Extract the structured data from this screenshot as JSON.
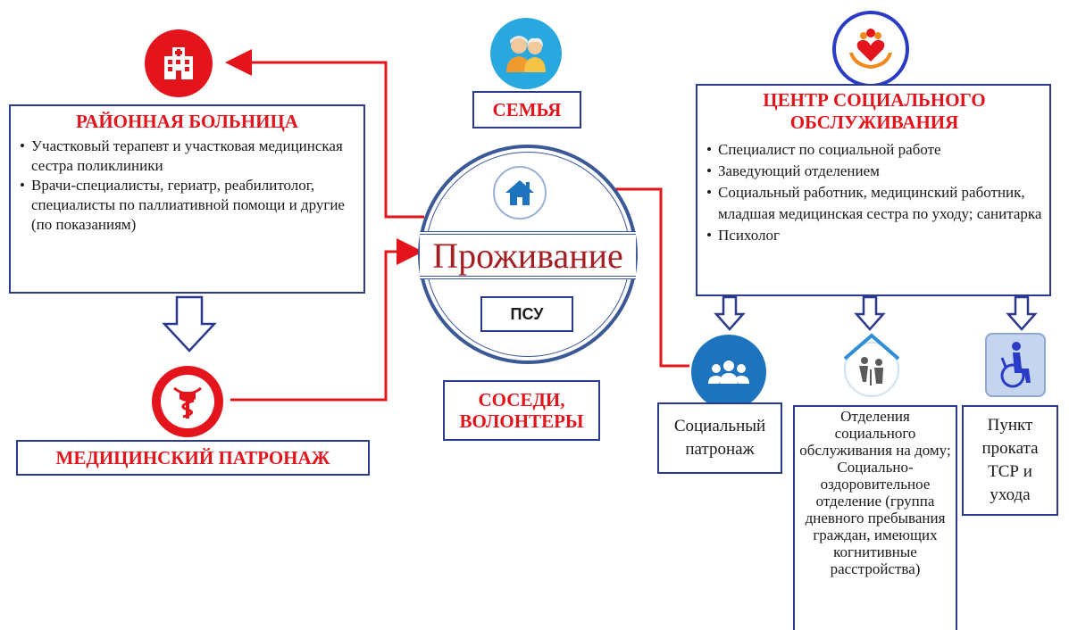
{
  "hospital": {
    "title": "РАЙОННАЯ БОЛЬНИЦА",
    "items": [
      "Участковый терапевт и участковая медицинская сестра поликлиники",
      "Врачи-специалисты, гериатр, реабилитолог, специалисты по паллиативной помощи и другие (по показаниям)"
    ]
  },
  "medical_patronage": {
    "label": "МЕДИЦИНСКИЙ ПАТРОНАЖ"
  },
  "family": {
    "label": "СЕМЬЯ"
  },
  "center": {
    "title": "Проживание",
    "psu_label": "ПСУ"
  },
  "neighbors": {
    "label_line1": "СОСЕДИ,",
    "label_line2": "ВОЛОНТЕРЫ"
  },
  "social_center": {
    "title_line1": "ЦЕНТР СОЦИАЛЬНОГО",
    "title_line2": "ОБСЛУЖИВАНИЯ",
    "items": [
      "Специалист по социальной работе",
      "Заведующий отделением",
      "Социальный работник, медицинский работник, младшая медицинская сестра по уходу; санитарка",
      "Психолог"
    ]
  },
  "social_patronage": {
    "label": "Социальный патронаж"
  },
  "departments": {
    "label": "Отделения социального обслуживания на дому; Социально-оздоровительное отделение (группа дневного пребывания граждан, имеющих когнитивные расстройства)"
  },
  "rental": {
    "label": "Пункт проката ТСР и ухода"
  },
  "colors": {
    "red": "#e3141b",
    "navy": "#2b3a8c",
    "blue": "#1e73be"
  },
  "icons": [
    "hospital-icon",
    "family-icon",
    "heart-hands-icon",
    "home-icon",
    "medical-caduceus-icon",
    "group-people-icon",
    "elderly-house-icon",
    "wheelchair-icon"
  ]
}
